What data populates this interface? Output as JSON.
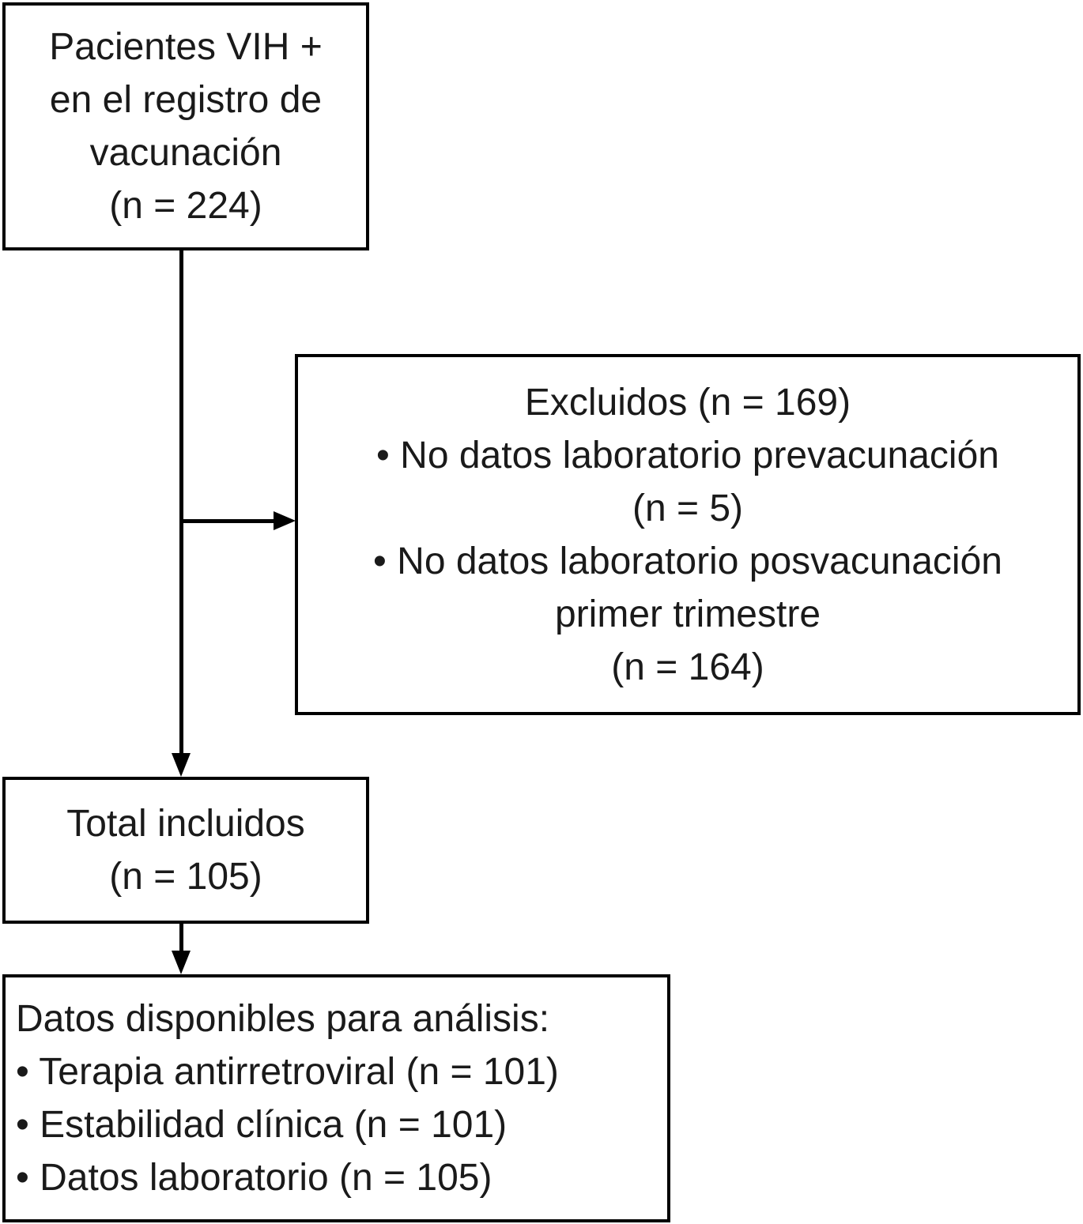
{
  "figure": {
    "type": "flow-diagram",
    "language": "es",
    "colors": {
      "line": "#000000",
      "text": "#1a1a1a",
      "background": "#ffffff"
    }
  },
  "boxes": {
    "patients": {
      "lines": [
        "Pacientes VIH +",
        "en el registro de",
        "vacunación",
        "(n = 224)"
      ]
    },
    "excluded": {
      "lines": [
        "Excluidos (n = 169)",
        "• No datos laboratorio prevacunación",
        "(n = 5)",
        "• No datos laboratorio posvacunación",
        "primer trimestre",
        "(n = 164)"
      ]
    },
    "included": {
      "lines": [
        "Total incluidos",
        "(n = 105)"
      ]
    },
    "analysis": {
      "lines": [
        "Datos disponibles para análisis:",
        "• Terapia antirretroviral (n = 101)",
        "• Estabilidad clínica (n = 101)",
        "• Datos laboratorio (n = 105)"
      ]
    }
  }
}
